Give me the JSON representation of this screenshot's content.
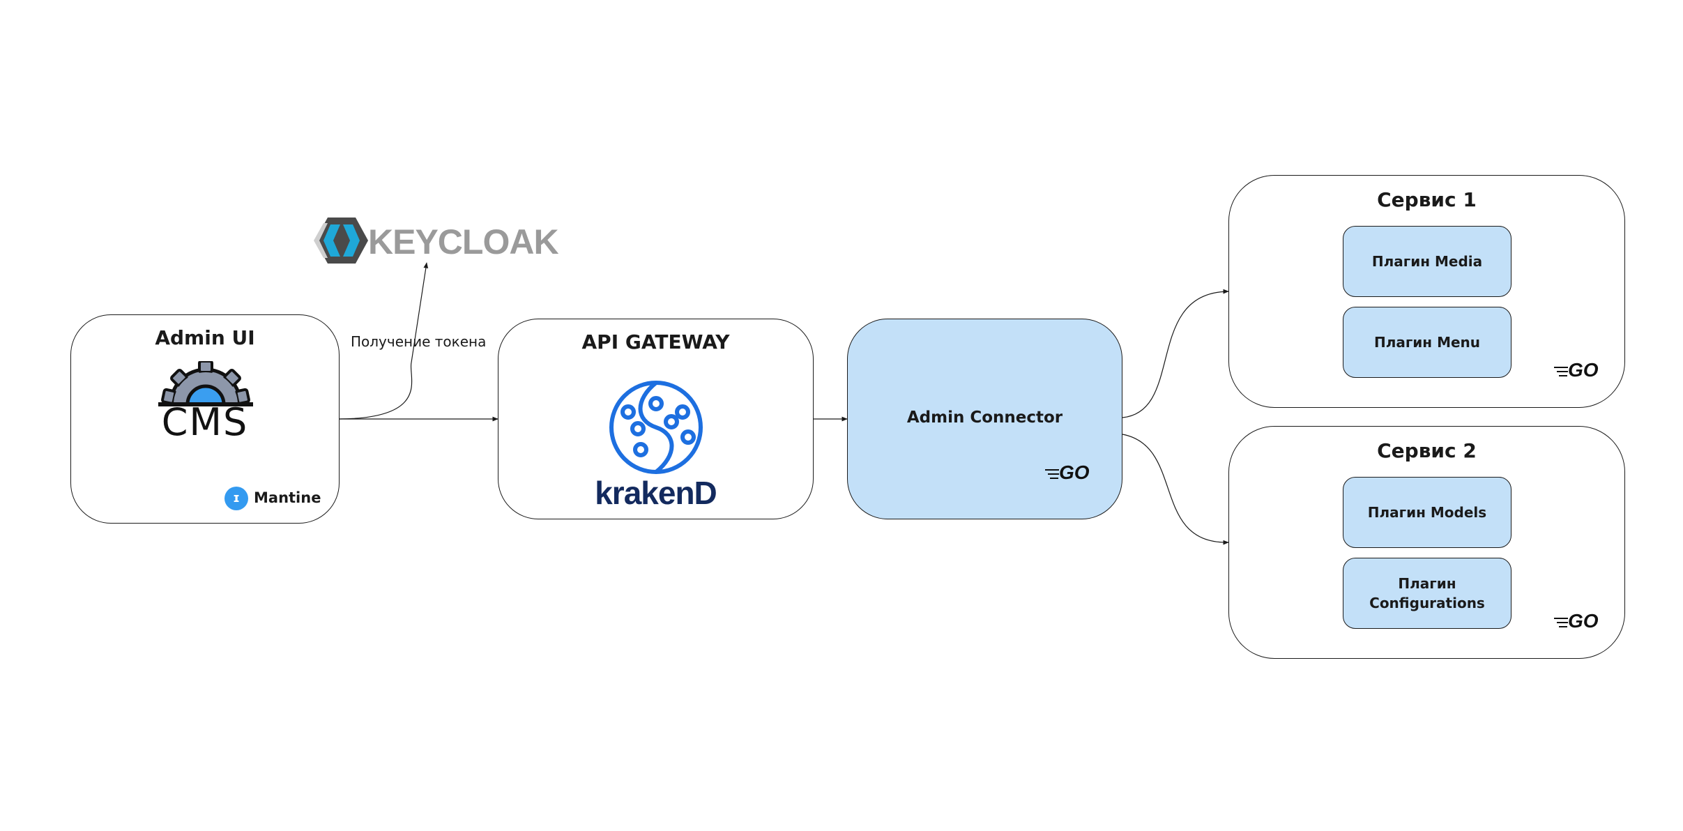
{
  "admin_ui": {
    "title": "Admin UI",
    "cms_text": "CMS",
    "mantine_label": "Mantine"
  },
  "token_label": "Получение токена",
  "keycloak": {
    "text": "KEYCLOAK"
  },
  "gateway": {
    "title": "API GATEWAY",
    "logo_text": "krakenD"
  },
  "connector": {
    "title": "Admin Connector",
    "go_text": "GO"
  },
  "service1": {
    "title": "Сервис 1",
    "plugins": [
      "Плагин Media",
      "Плагин Menu"
    ],
    "go_text": "GO"
  },
  "service2": {
    "title": "Сервис 2",
    "plugins": [
      "Плагин Models",
      "Плагин Configurations"
    ],
    "go_text": "GO"
  },
  "colors": {
    "accent_fill": "#c3e0f8",
    "kraken_blue": "#1d6fe0",
    "kraken_navy": "#132a5e",
    "mantine_blue": "#339af0",
    "keycloak_gray": "#9a9a9a",
    "keycloak_blue": "#1fa8d8"
  }
}
